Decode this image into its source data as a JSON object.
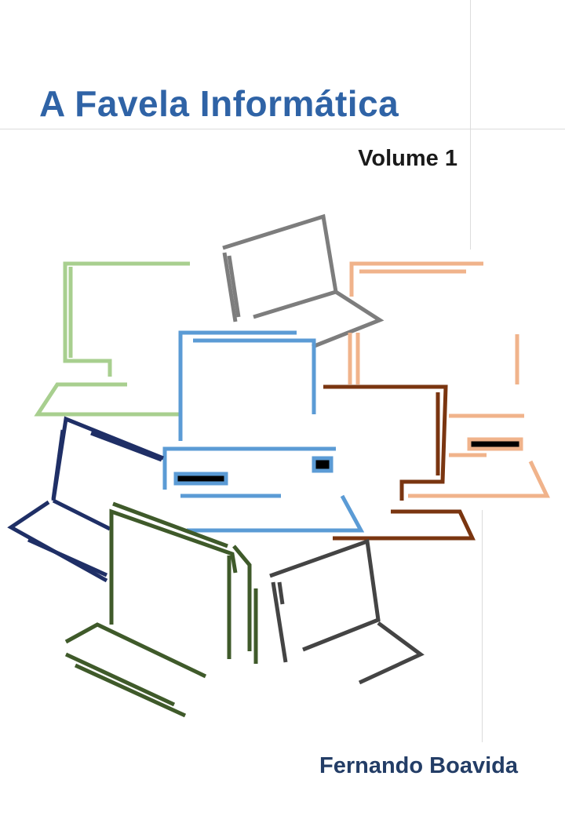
{
  "cover": {
    "title": "A Favela Informática",
    "volume": "Volume 1",
    "author": "Fernando Boavida"
  },
  "illustration": {
    "subject": "line drawings of desktop computers and laptops",
    "colors": {
      "light-green": "#a8cf8f",
      "gray": "#7d7d7d",
      "peach": "#f0b38b",
      "blue": "#5b9bd5",
      "brown": "#7a3510",
      "navy": "#1f2f66",
      "olive": "#3f5a2a",
      "charcoal": "#444444"
    }
  }
}
